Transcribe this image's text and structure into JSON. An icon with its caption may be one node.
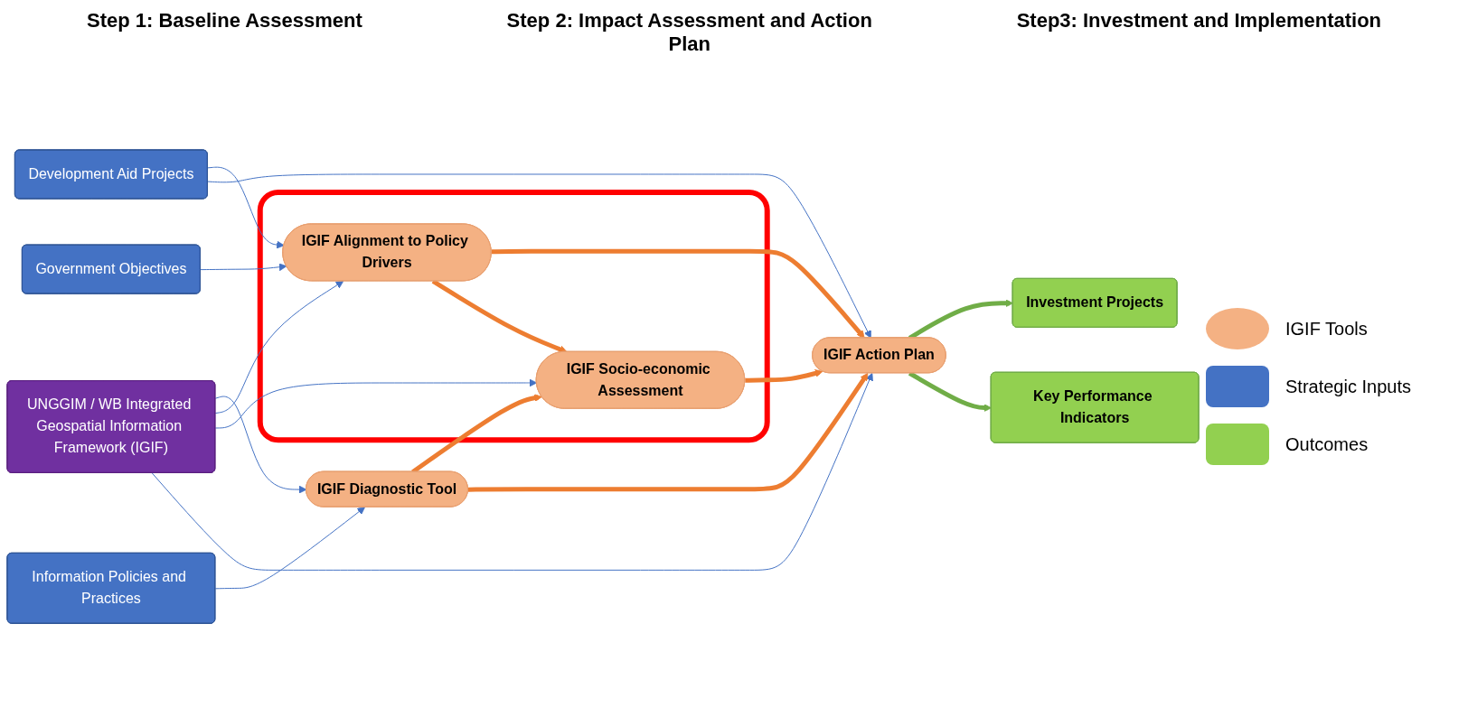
{
  "diagram": {
    "nodes": [
      {
        "text": [
          "Information Policies and Practices"
        ]
      },
      {
        "text": [
          "Government Objectives"
        ]
      },
      {
        "text": [
          "Development Aid Projects"
        ]
      },
      {
        "text": [],
        "shape": "box"
      },
      {
        "text": [
          "IGIF Alignment to Policy Drivers"
        ],
        "in": 3
      },
      {
        "text": [
          "IGIF Socio-economic Assessment"
        ],
        "in": 3
      },
      {
        "text": [
          "IGIF Diagnostic Tool"
        ]
      },
      {
        "text": [
          "IGIF Action Plan"
        ]
      },
      {
        "text": [
          "Investment Projects"
        ]
      },
      {
        "text": [
          "Key Performance Indicators"
        ]
      },
      {
        "text": [
          "UNGGIM / WB Integrated Geospatial Information Framework (IGIF)"
        ]
      }
    ],
    "edges": [
      {
        "from": 0,
        "to": 6,
        "arrow": "to"
      },
      {
        "from": 1,
        "to": 4,
        "arrow": "to"
      },
      {
        "from": 2,
        "to": 4,
        "arrow": "to"
      },
      {
        "from": 2,
        "to": 7,
        "arrow": "to"
      },
      {
        "from": 10,
        "to": 6,
        "arrow": "to"
      },
      {
        "from": 10,
        "to": 4,
        "arrow": "to"
      },
      {
        "from": 10,
        "to": 5,
        "arrow": "to"
      },
      {
        "from": 10,
        "to": 7,
        "arrow": "to"
      },
      {
        "from": 4,
        "to": 7,
        "arrow": "to",
        "style": "thick",
        "color": "#ed7d31"
      },
      {
        "from": 4,
        "to": 5,
        "arrow": "to",
        "style": "thick",
        "color": "#ed7d31"
      },
      {
        "from": 6,
        "to": 7,
        "arrow": "to",
        "style": "thick",
        "color": "#ed7d31"
      },
      {
        "from": 6,
        "to": 5,
        "arrow": "to",
        "style": "thick",
        "color": "#ed7d31"
      },
      {
        "from": 5,
        "to": 7,
        "arrow": "to",
        "style": "thick",
        "color": "#ed7d31"
      },
      {
        "from": 7,
        "to": 8,
        "arrow": "to",
        "style": "thick",
        "color": "#70ad47"
      },
      {
        "from": 7,
        "to": 9,
        "arrow": "to",
        "style": "thick",
        "color": "#70ad47"
      }
    ],
    "labels": [
      "Step 1:  Baseline Assessment",
      "Step 2: Impact Assessment and Action Plan",
      "Step3:  Investment and Implementation"
    ],
    "legend": [
      {
        "text": "IGIF Tools",
        "color": "#f4b183"
      },
      {
        "text": "Strategic Inputs",
        "color": "#4472c4"
      },
      {
        "text": "Outcomes",
        "color": "#92d050"
      }
    ]
  }
}
